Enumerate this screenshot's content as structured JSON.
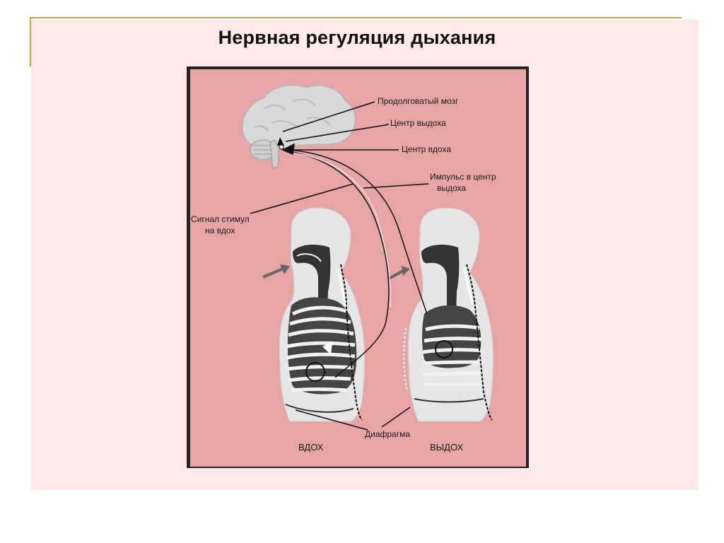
{
  "title": "Нервная регуляция дыхания",
  "labels": {
    "medulla": "Продолговатый мозг",
    "expiration_center": "Центр выдоха",
    "inspiration_center": "Центр вдоха",
    "impulse_line1": "Импульс в центр",
    "impulse_line2": "выдоха",
    "signal_line1": "Сигнал стимул",
    "signal_line2": "на вдох",
    "diaphragm": "Диафрагма",
    "inhale": "ВДОХ",
    "exhale": "ВЫДОХ"
  },
  "colors": {
    "figure_background": "#e8a5a5",
    "slide_panel": "#fde9e9",
    "accent_rule": "#c9a437"
  }
}
